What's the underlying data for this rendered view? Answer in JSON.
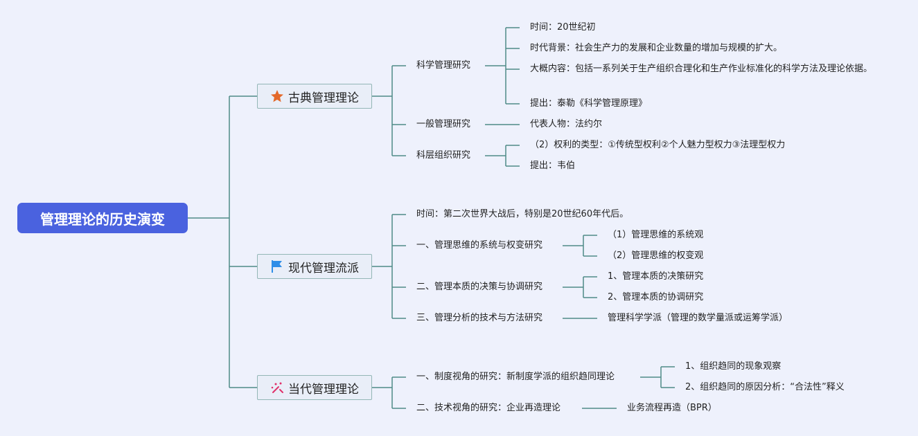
{
  "root": {
    "label": "管理理论的历史演变"
  },
  "categories": [
    {
      "label": "古典管理理论",
      "icon": "star-icon",
      "children": [
        {
          "label": "科学管理研究",
          "children": [
            "时间：20世纪初",
            "时代背景：社会生产力的发展和企业数量的增加与规模的扩大。",
            "大概内容：包括一系列关于生产组织合理化和生产作业标准化的科学方法及理论依据。",
            "提出：泰勒《科学管理原理》"
          ]
        },
        {
          "label": "一般管理研究",
          "children": [
            "代表人物：法约尔"
          ]
        },
        {
          "label": "科层组织研究",
          "children": [
            "（2）权利的类型：①传统型权利②个人魅力型权力③法理型权力",
            "提出：韦伯"
          ]
        }
      ]
    },
    {
      "label": "现代管理流派",
      "icon": "flag-icon",
      "children": [
        {
          "label": "时间：第二次世界大战后，特别是20世纪60年代后。",
          "children": []
        },
        {
          "label": "一、管理思维的系统与权变研究",
          "children": [
            "（1）管理思维的系统观",
            "（2）管理思维的权变观"
          ]
        },
        {
          "label": "二、管理本质的决策与协调研究",
          "children": [
            "1、管理本质的决策研究",
            "2、管理本质的协调研究"
          ]
        },
        {
          "label": "三、管理分析的技术与方法研究",
          "children": [
            "管理科学学派（管理的数学量派或运筹学派）"
          ]
        }
      ]
    },
    {
      "label": "当代管理理论",
      "icon": "sparkle-icon",
      "children": [
        {
          "label": "一、制度视角的研究：新制度学派的组织趋同理论",
          "children": [
            "1、组织趋同的现象观察",
            "2、组织趋同的原因分析：“合法性”释义"
          ]
        },
        {
          "label": "二、技术视角的研究：企业再造理论",
          "children": [
            "业务流程再造（BPR）"
          ]
        }
      ]
    }
  ],
  "colors": {
    "root_bg": "#4a62df",
    "connector": "#4e8b87",
    "star": "#e4692a",
    "flag": "#2f8ee8",
    "sparkle": "#e0306a"
  }
}
